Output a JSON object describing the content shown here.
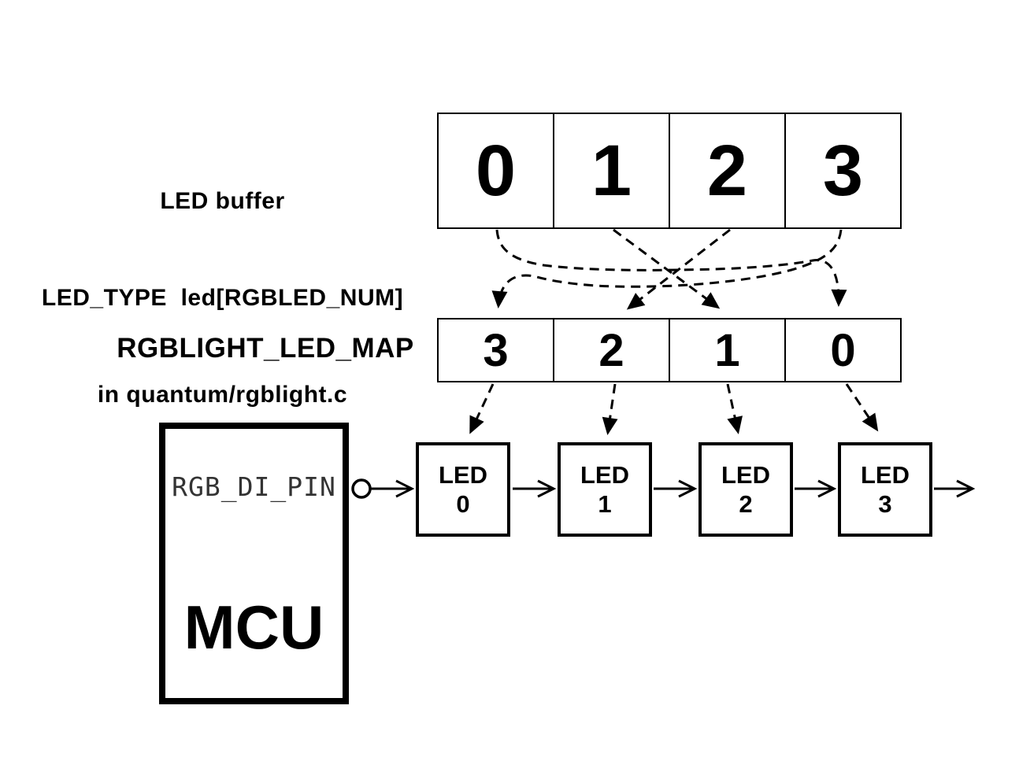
{
  "diagram": {
    "background_color": "#ffffff",
    "ink_color": "#000000",
    "buffer_label": {
      "lines": [
        "LED buffer",
        "LED_TYPE  led[RGBLED_NUM]",
        "in quantum/rgblight.c"
      ]
    },
    "buffer_cells": [
      "0",
      "1",
      "2",
      "3"
    ],
    "map_label": "RGBLIGHT_LED_MAP",
    "map_cells": [
      "3",
      "2",
      "1",
      "0"
    ],
    "mcu": {
      "pin_label": "RGB_DI_PIN",
      "pin_label_color": "#333333",
      "name": "MCU"
    },
    "leds": [
      {
        "label": "LED",
        "num": "0"
      },
      {
        "label": "LED",
        "num": "1"
      },
      {
        "label": "LED",
        "num": "2"
      },
      {
        "label": "LED",
        "num": "3"
      }
    ],
    "connections": {
      "buffer_to_map": [
        {
          "from_buffer_index": "0",
          "to_map_position": "3"
        },
        {
          "from_buffer_index": "1",
          "to_map_position": "2"
        },
        {
          "from_buffer_index": "2",
          "to_map_position": "1"
        },
        {
          "from_buffer_index": "3",
          "to_map_position": "0"
        }
      ],
      "map_to_led": [
        {
          "from_map_position": "0",
          "to_led": "0"
        },
        {
          "from_map_position": "1",
          "to_led": "1"
        },
        {
          "from_map_position": "2",
          "to_led": "2"
        },
        {
          "from_map_position": "3",
          "to_led": "3"
        }
      ],
      "chain_order": [
        "MCU",
        "LED 0",
        "LED 1",
        "LED 2",
        "LED 3"
      ]
    }
  }
}
